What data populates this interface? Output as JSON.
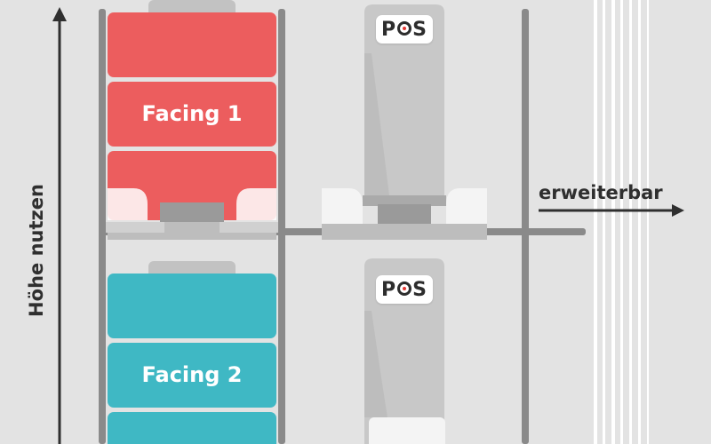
{
  "labels": {
    "height_axis": "Höhe nutzen",
    "expand": "erweiterbar",
    "facing_1": "Facing 1",
    "facing_2": "Facing 2",
    "pos_top": "POS",
    "pos_bottom": "POS"
  },
  "colors": {
    "background": "#e3e3e3",
    "facing_1": "#ec5d5e",
    "facing_2": "#3fb8c4",
    "rail": "#8a8a8a",
    "arrow": "#2f2f2f",
    "display": "#c8c8c8",
    "white": "#ffffff"
  },
  "icons": {
    "height_arrow": "arrow-up-icon",
    "expand_arrow": "arrow-right-icon",
    "pos_logo": "pos-target-icon"
  }
}
